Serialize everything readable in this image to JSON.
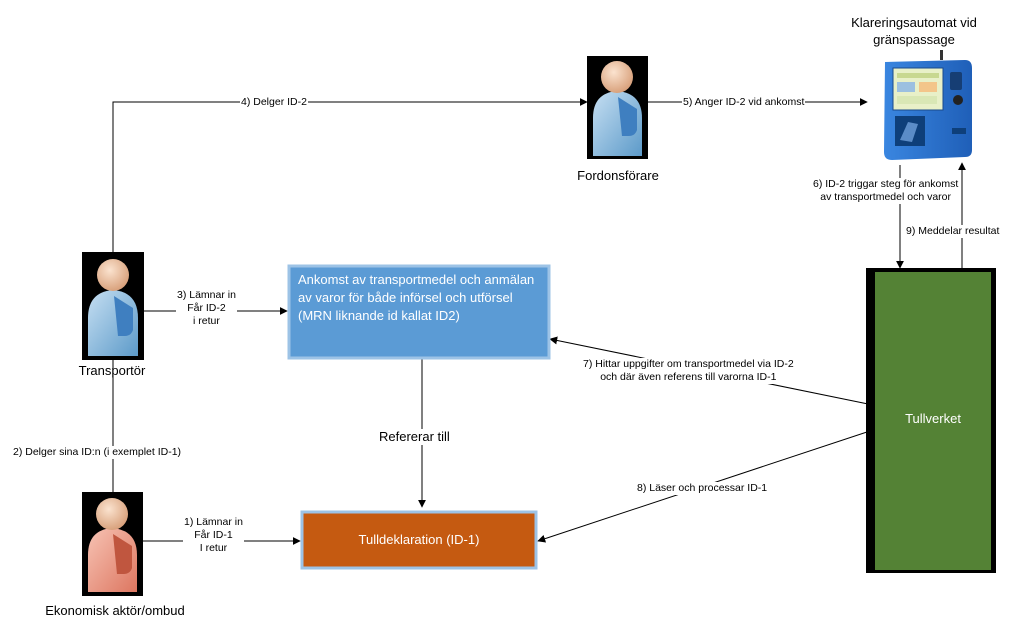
{
  "actors": {
    "transportor": "Transportör",
    "fordonsforare": "Fordonsförare",
    "ekonomisk": "Ekonomisk aktör/ombud"
  },
  "machine": {
    "title_line1": "Klareringsautomat vid",
    "title_line2": "gränspassage"
  },
  "boxes": {
    "ankomst": "Ankomst av transportmedel och anmälan av varor för både införsel och utförsel (MRN liknande id kallat ID2)",
    "tulldeklaration": "Tulldeklaration (ID-1)",
    "tullverket": "Tullverket"
  },
  "labels": {
    "step1": [
      "1) Lämnar in",
      "Får ID-1",
      "I retur"
    ],
    "step2": "2) Delger sina ID:n (i exemplet ID-1)",
    "step3": [
      "3) Lämnar in",
      "Får ID-2",
      "i retur"
    ],
    "step4": "4) Delger ID-2",
    "step5": "5) Anger ID-2 vid ankomst",
    "step6": [
      "6) ID-2 triggar steg för ankomst",
      "av transportmedel och varor"
    ],
    "step7": [
      "7) Hittar uppgifter om transportmedel via ID-2",
      "och där även referens till varorna ID-1"
    ],
    "step8": "8) Läser och processar ID-1",
    "step9": "9) Meddelar resultat",
    "refererar": "Refererar till"
  },
  "colors": {
    "ankomst_fill": "#5b9bd5",
    "tulldeklaration_fill": "#c55a11",
    "tullverket_fill": "#548235",
    "box_outline": "#9dc3e6"
  }
}
